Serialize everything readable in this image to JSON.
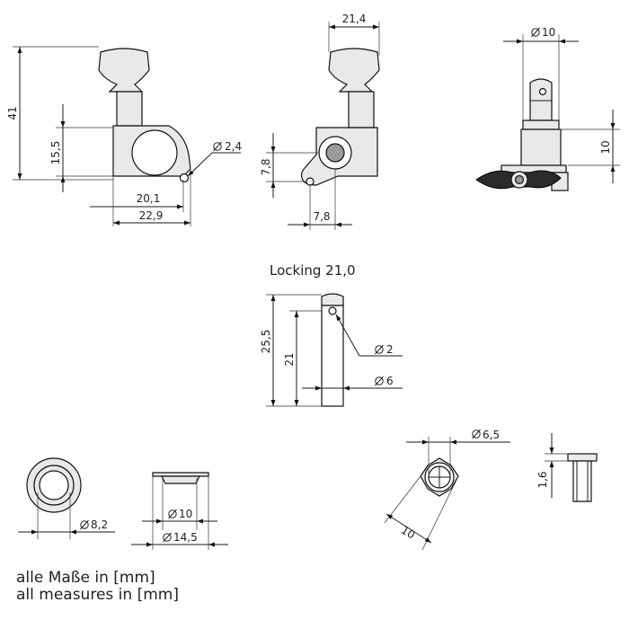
{
  "dimensions": {
    "height_41": "41",
    "height_15_5": "15,5",
    "width_20_1": "20,1",
    "width_22_9": "22,9",
    "dia_2_4": "2,4",
    "width_21_4": "21,4",
    "height_7_8": "7,8",
    "width_7_8": "7,8",
    "dia_10_top": "10",
    "height_10_side": "10",
    "locking_title": "Locking 21,0",
    "height_25_5": "25,5",
    "height_21": "21",
    "dia_2": "2",
    "dia_6": "6",
    "dia_8_2": "8,2",
    "dia_10_bush": "10",
    "dia_14_5": "14,5",
    "dia_6_5": "6,5",
    "width_10_nut": "10",
    "height_1_6": "1,6"
  },
  "symbols": {
    "diameter": "∅"
  },
  "notes": {
    "german": "alle Maße in [mm]",
    "english": "all measures in [mm]"
  }
}
